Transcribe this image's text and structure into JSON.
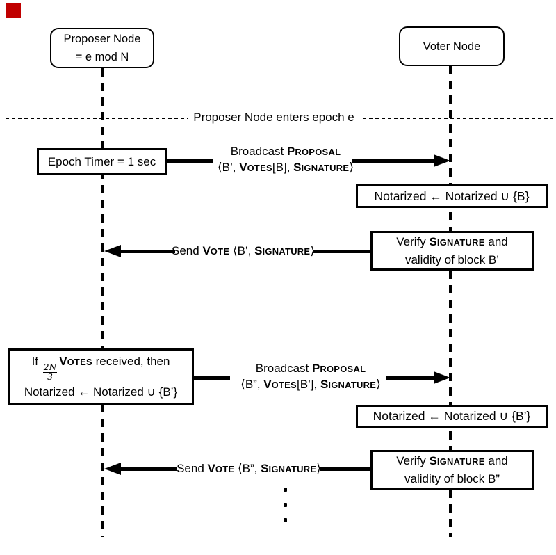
{
  "marker": {
    "color": "#c00000"
  },
  "actors": {
    "proposer": {
      "line1": "Proposer Node",
      "line2": "= e mod N"
    },
    "voter": {
      "label": "Voter Node"
    }
  },
  "divider": {
    "label": "Proposer Node enters epoch e"
  },
  "proposer_column": {
    "epoch_timer": {
      "label": "Epoch Timer = 1 sec"
    },
    "if_votes": {
      "line1": [
        {
          "t": "If "
        },
        {
          "frac": {
            "num": "2N",
            "den": "3"
          }
        },
        {
          "t": "Votes",
          "sc": true
        },
        {
          "t": " received, then"
        }
      ],
      "line2": "Notarized ← Notarized ∪ {B’}"
    }
  },
  "voter_column": {
    "notarize_b": "Notarized ← Notarized ∪ {B}",
    "verify_b1": {
      "line1": [
        {
          "t": "Verify "
        },
        {
          "t": "Signature",
          "sc": true
        },
        {
          "t": " and"
        }
      ],
      "line2": "validity of block B’"
    },
    "notarize_b1": "Notarized ← Notarized ∪ {B’}",
    "verify_b2": {
      "line1": [
        {
          "t": "Verify "
        },
        {
          "t": "Signature",
          "sc": true
        },
        {
          "t": " and"
        }
      ],
      "line2": "validity of block B”"
    }
  },
  "messages": {
    "broadcast1": {
      "line1": [
        {
          "t": "Broadcast "
        },
        {
          "t": "Proposal",
          "sc": true
        }
      ],
      "line2": [
        {
          "t": "⟨B’, "
        },
        {
          "t": "Votes",
          "sc": true
        },
        {
          "t": "[B], "
        },
        {
          "t": "Signature",
          "sc": true
        },
        {
          "t": "⟩"
        }
      ]
    },
    "vote1": [
      {
        "t": "Send "
      },
      {
        "t": "Vote",
        "sc": true
      },
      {
        "t": " ⟨B’, "
      },
      {
        "t": "Signature",
        "sc": true
      },
      {
        "t": "⟩"
      }
    ],
    "broadcast2": {
      "line1": [
        {
          "t": "Broadcast "
        },
        {
          "t": "Proposal",
          "sc": true
        }
      ],
      "line2": [
        {
          "t": "⟨B”, "
        },
        {
          "t": "Votes",
          "sc": true
        },
        {
          "t": "[B’], "
        },
        {
          "t": "Signature",
          "sc": true
        },
        {
          "t": "⟩"
        }
      ]
    },
    "vote2": [
      {
        "t": "Send "
      },
      {
        "t": "Vote",
        "sc": true
      },
      {
        "t": " ⟨B”, "
      },
      {
        "t": "Signature",
        "sc": true
      },
      {
        "t": "⟩"
      }
    ]
  },
  "continuation_dots": 3
}
